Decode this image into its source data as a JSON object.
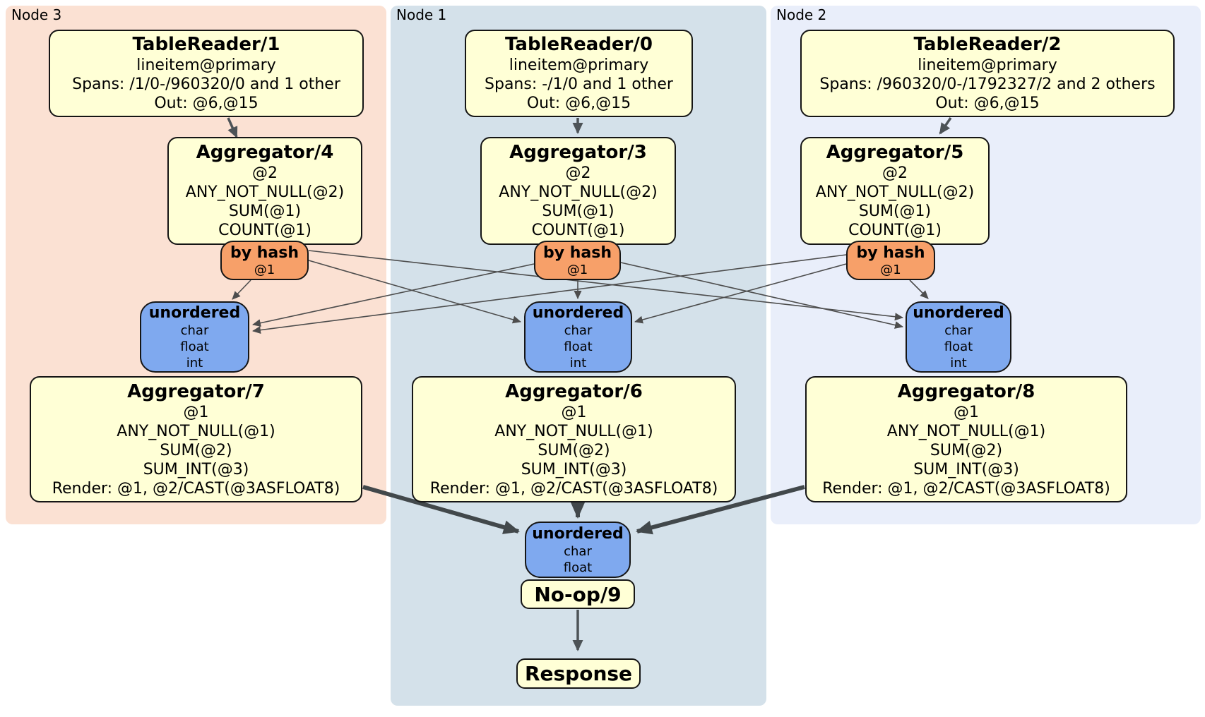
{
  "diagram": {
    "kind": "distsql-plan",
    "colors": {
      "node3_bg": "#fbe1d3",
      "node1_bg": "#d4e1ea",
      "node2_bg": "#e9eefa",
      "processor_bg": "#ffffd6",
      "router_bg": "#f7a069",
      "sync_bg": "#7fa9ef",
      "edge_thin": "#4d4d4d",
      "edge_thick": "#42484b"
    }
  },
  "node3": {
    "label": "Node 3",
    "table_reader": {
      "title": "TableReader/1",
      "lines": [
        "lineitem@primary",
        "Spans: /1/0-/960320/0 and 1 other",
        "Out: @6,@15"
      ]
    },
    "aggregator_top": {
      "title": "Aggregator/4",
      "lines": [
        "@2",
        "ANY_NOT_NULL(@2)",
        "SUM(@1)",
        "COUNT(@1)"
      ]
    },
    "router": {
      "title": "by hash",
      "subtitle": "@1"
    },
    "sync": {
      "title": "unordered",
      "lines": [
        "char",
        "float",
        "int"
      ]
    },
    "aggregator_bottom": {
      "title": "Aggregator/7",
      "lines": [
        "@1",
        "ANY_NOT_NULL(@1)",
        "SUM(@2)",
        "SUM_INT(@3)",
        "Render: @1, @2/CAST(@3ASFLOAT8)"
      ]
    }
  },
  "node1": {
    "label": "Node 1",
    "table_reader": {
      "title": "TableReader/0",
      "lines": [
        "lineitem@primary",
        "Spans: -/1/0 and 1 other",
        "Out: @6,@15"
      ]
    },
    "aggregator_top": {
      "title": "Aggregator/3",
      "lines": [
        "@2",
        "ANY_NOT_NULL(@2)",
        "SUM(@1)",
        "COUNT(@1)"
      ]
    },
    "router": {
      "title": "by hash",
      "subtitle": "@1"
    },
    "sync": {
      "title": "unordered",
      "lines": [
        "char",
        "float",
        "int"
      ]
    },
    "aggregator_bottom": {
      "title": "Aggregator/6",
      "lines": [
        "@1",
        "ANY_NOT_NULL(@1)",
        "SUM(@2)",
        "SUM_INT(@3)",
        "Render: @1, @2/CAST(@3ASFLOAT8)"
      ]
    }
  },
  "node2": {
    "label": "Node 2",
    "table_reader": {
      "title": "TableReader/2",
      "lines": [
        "lineitem@primary",
        "Spans: /960320/0-/1792327/2 and 2 others",
        "Out: @6,@15"
      ]
    },
    "aggregator_top": {
      "title": "Aggregator/5",
      "lines": [
        "@2",
        "ANY_NOT_NULL(@2)",
        "SUM(@1)",
        "COUNT(@1)"
      ]
    },
    "router": {
      "title": "by hash",
      "subtitle": "@1"
    },
    "sync": {
      "title": "unordered",
      "lines": [
        "char",
        "float",
        "int"
      ]
    },
    "aggregator_bottom": {
      "title": "Aggregator/8",
      "lines": [
        "@1",
        "ANY_NOT_NULL(@1)",
        "SUM(@2)",
        "SUM_INT(@3)",
        "Render: @1, @2/CAST(@3ASFLOAT8)"
      ]
    }
  },
  "final_stage": {
    "sync": {
      "title": "unordered",
      "lines": [
        "char",
        "float"
      ]
    },
    "noop_label": "No-op/9",
    "response_label": "Response"
  }
}
